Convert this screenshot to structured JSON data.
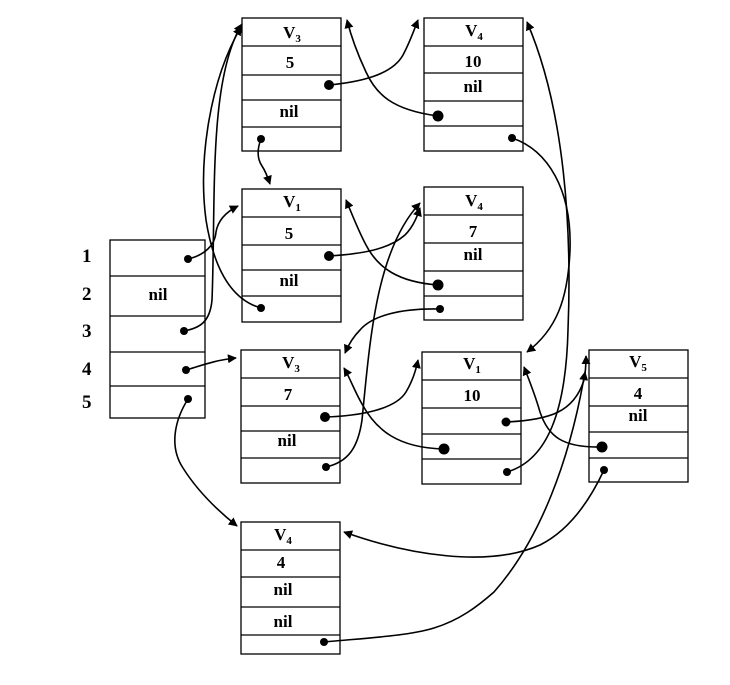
{
  "index_table": {
    "indices": [
      "1",
      "2",
      "3",
      "4",
      "5"
    ],
    "cells": [
      "",
      "nil",
      "",
      "",
      ""
    ]
  },
  "nodes": [
    {
      "id": "n1",
      "name": "V",
      "sub": "3",
      "value": "5",
      "fields": [
        "",
        "nil",
        ""
      ]
    },
    {
      "id": "n2",
      "name": "V",
      "sub": "4",
      "value": "10",
      "fields": [
        "nil",
        "",
        ""
      ]
    },
    {
      "id": "n3",
      "name": "V",
      "sub": "1",
      "value": "5",
      "fields": [
        "",
        "nil",
        ""
      ]
    },
    {
      "id": "n4",
      "name": "V",
      "sub": "4",
      "value": "7",
      "fields": [
        "nil",
        "",
        ""
      ]
    },
    {
      "id": "n5",
      "name": "V",
      "sub": "3",
      "value": "7",
      "fields": [
        "",
        "nil",
        ""
      ]
    },
    {
      "id": "n6",
      "name": "V",
      "sub": "1",
      "value": "10",
      "fields": [
        "",
        "",
        ""
      ]
    },
    {
      "id": "n7",
      "name": "V",
      "sub": "5",
      "value": "4",
      "fields": [
        "nil",
        "",
        ""
      ]
    },
    {
      "id": "n8",
      "name": "V",
      "sub": "4",
      "value": "4",
      "fields": [
        "nil",
        "nil",
        ""
      ]
    }
  ]
}
